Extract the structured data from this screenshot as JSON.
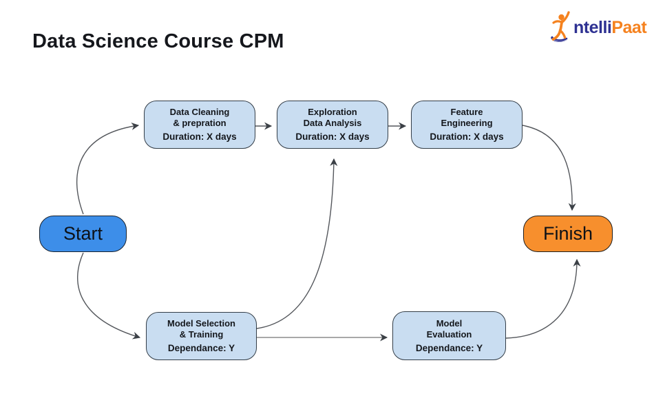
{
  "page": {
    "title": "Data Science Course CPM",
    "background_color": "#ffffff"
  },
  "logo": {
    "name": "IntelliPaat",
    "text_blue": "ntelli",
    "text_orange": "Paat",
    "color_blue": "#2e3192",
    "color_orange": "#f5821f"
  },
  "diagram": {
    "node_colors": {
      "task_fill": "#c9ddf1",
      "task_border": "#323c46",
      "start_fill": "#3d8ee9",
      "finish_fill": "#f78f2d",
      "arrow_color": "#53565b"
    },
    "nodes": {
      "start": {
        "label": "Start"
      },
      "finish": {
        "label": "Finish"
      },
      "data_cleaning": {
        "title_line1": "Data Cleaning",
        "title_line2": "& prepration",
        "subtitle": "Duration: X days"
      },
      "exploration": {
        "title_line1": "Exploration",
        "title_line2": "Data Analysis",
        "subtitle": "Duration: X days"
      },
      "feature_engineering": {
        "title_line1": "Feature",
        "title_line2": "Engineering",
        "subtitle": "Duration: X days"
      },
      "model_selection": {
        "title_line1": "Model Selection",
        "title_line2": "& Training",
        "subtitle": "Dependance: Y"
      },
      "model_evaluation": {
        "title_line1": "Model",
        "title_line2": "Evaluation",
        "subtitle": "Dependance: Y"
      }
    },
    "edges": [
      {
        "from": "start",
        "to": "data_cleaning"
      },
      {
        "from": "data_cleaning",
        "to": "exploration"
      },
      {
        "from": "exploration",
        "to": "feature_engineering"
      },
      {
        "from": "feature_engineering",
        "to": "finish"
      },
      {
        "from": "start",
        "to": "model_selection"
      },
      {
        "from": "model_selection",
        "to": "exploration"
      },
      {
        "from": "model_selection",
        "to": "model_evaluation"
      },
      {
        "from": "model_evaluation",
        "to": "finish"
      }
    ]
  }
}
